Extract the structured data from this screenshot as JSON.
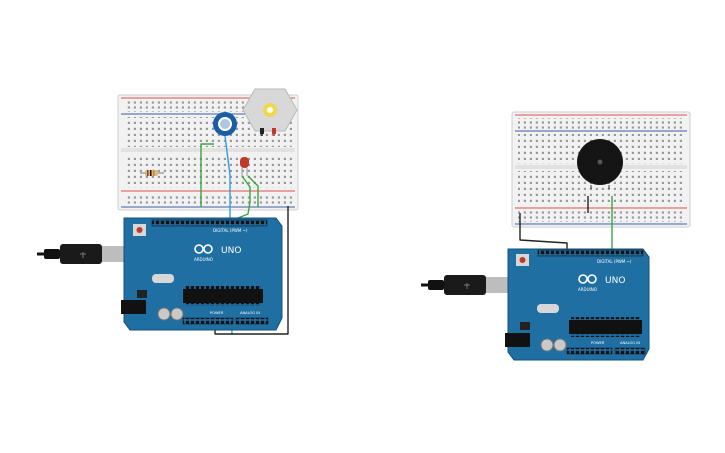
{
  "colors": {
    "board": "#1f6fa3",
    "board_edge": "#16507a",
    "breadboard": "#f2f2f2",
    "rail_red": "#d9534f",
    "rail_blue": "#3b5ea8",
    "wire_green": "#3aa543",
    "wire_blue": "#2f9fe0",
    "wire_black": "#222222",
    "usb_plug": "#1a1a1a",
    "usb_metal": "#bdbdbd",
    "led_red": "#c0392b",
    "motor_body": "#d8d8d8",
    "motor_hub": "#f0d84a",
    "pot_body": "#1b5ca6",
    "buzzer_body": "#151515"
  },
  "icons": {
    "usb": "usb-plug-icon",
    "arduino_logo": "infinity-logo-icon"
  },
  "circuit_left": {
    "board_label": "UNO",
    "brand": "ARDUINO",
    "header_digital": "DIGITAL (PWM ~)",
    "header_power": "POWER",
    "header_analog": "ANALOG IN"
  },
  "circuit_right": {
    "board_label": "UNO",
    "brand": "ARDUINO",
    "header_digital": "DIGITAL (PWM ~)",
    "header_power": "POWER",
    "header_analog": "ANALOG IN"
  }
}
